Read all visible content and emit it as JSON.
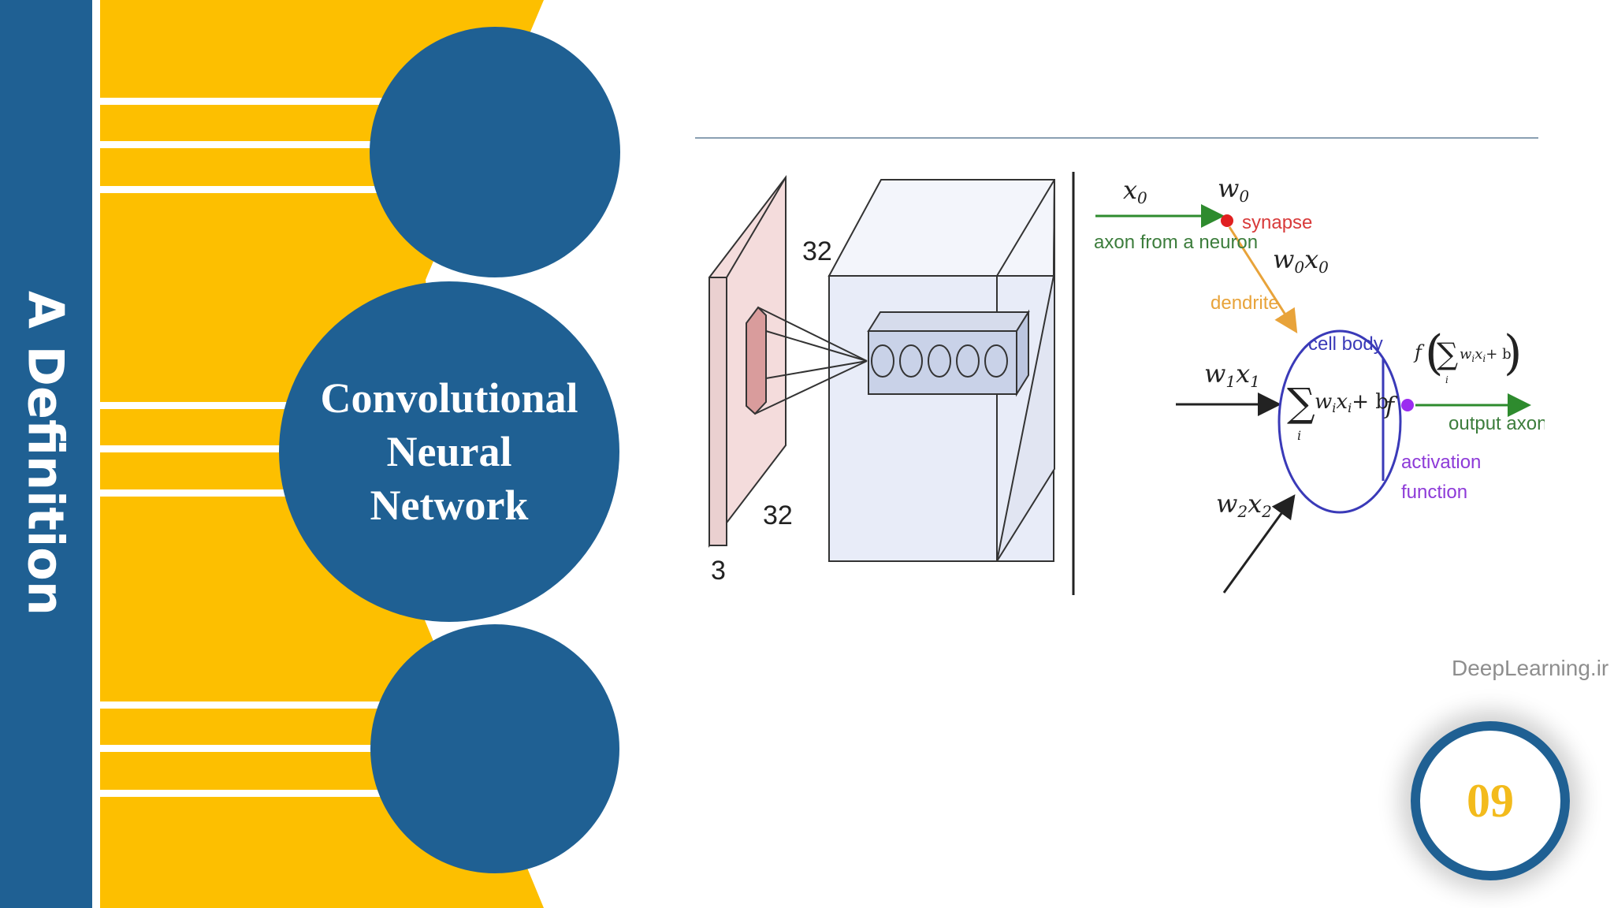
{
  "slide": {
    "sidebar_title": "A Definition",
    "main_title": [
      "Convolutional",
      "Neural",
      "Network"
    ],
    "page_number": "09",
    "colors": {
      "blue": "#1f6093",
      "yellow": "#fdbf00",
      "page_number_text": "#f3bb1c"
    }
  },
  "figure": {
    "cnn_volume": {
      "width_label": "32",
      "height_label": "32",
      "depth_label": "3"
    },
    "neuron": {
      "input0": "x",
      "input0_sub": "0",
      "weight0": "w",
      "weight0_sub": "0",
      "synapse": "synapse",
      "axon_from_neuron": "axon from a neuron",
      "product0": "w",
      "product0_sub": "0",
      "product0_x": "x",
      "product0_x_sub": "0",
      "dendrite": "dendrite",
      "cell_body": "cell body",
      "input1": "w",
      "input1_sub": "1",
      "input1_x": "x",
      "input1_x_sub": "1",
      "sum_expr": "w",
      "sum_expr_i": "i",
      "sum_expr_x": "x",
      "sum_expr_xi": "i",
      "sum_expr_b": "+ b",
      "sum_index": "i",
      "f_label": "f",
      "output_expr_f": "f",
      "output_axon": "output axon",
      "activation": "activation",
      "function": "function",
      "input2": "w",
      "input2_sub": "2",
      "input2_x": "x",
      "input2_x_sub": "2"
    },
    "watermark": "DeepLearning.ir"
  }
}
